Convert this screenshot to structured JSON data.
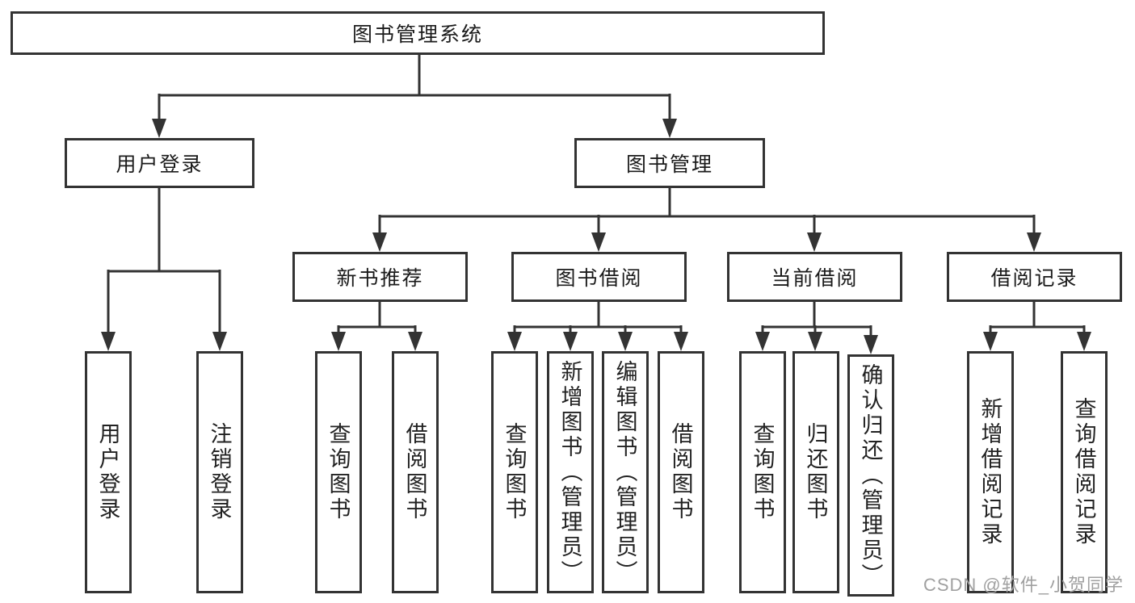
{
  "watermark": "CSDN @软件_小贺同学",
  "colors": {
    "line": "#333333",
    "text": "#1b1b1b",
    "watermark": "#a0a0a0",
    "background": "#ffffff"
  },
  "tree": {
    "root": {
      "label": "图书管理系统"
    },
    "level2": [
      {
        "label": "用户登录"
      },
      {
        "label": "图书管理"
      }
    ],
    "level3": [
      {
        "label": "新书推荐",
        "parent": "图书管理"
      },
      {
        "label": "图书借阅",
        "parent": "图书管理"
      },
      {
        "label": "当前借阅",
        "parent": "图书管理"
      },
      {
        "label": "借阅记录",
        "parent": "图书管理"
      }
    ],
    "leaves": [
      {
        "label": "用户登录",
        "parent": "用户登录"
      },
      {
        "label": "注销登录",
        "parent": "用户登录"
      },
      {
        "label": "查询图书",
        "parent": "新书推荐"
      },
      {
        "label": "借阅图书",
        "parent": "新书推荐"
      },
      {
        "label": "查询图书",
        "parent": "图书借阅"
      },
      {
        "label": "新增图书（管理员）",
        "parent": "图书借阅"
      },
      {
        "label": "编辑图书（管理员）",
        "parent": "图书借阅"
      },
      {
        "label": "借阅图书",
        "parent": "图书借阅"
      },
      {
        "label": "查询图书",
        "parent": "当前借阅"
      },
      {
        "label": "归还图书",
        "parent": "当前借阅"
      },
      {
        "label": "确认归还（管理员）",
        "parent": "当前借阅"
      },
      {
        "label": "新增借阅记录",
        "parent": "借阅记录"
      },
      {
        "label": "查询借阅记录",
        "parent": "借阅记录"
      }
    ]
  }
}
